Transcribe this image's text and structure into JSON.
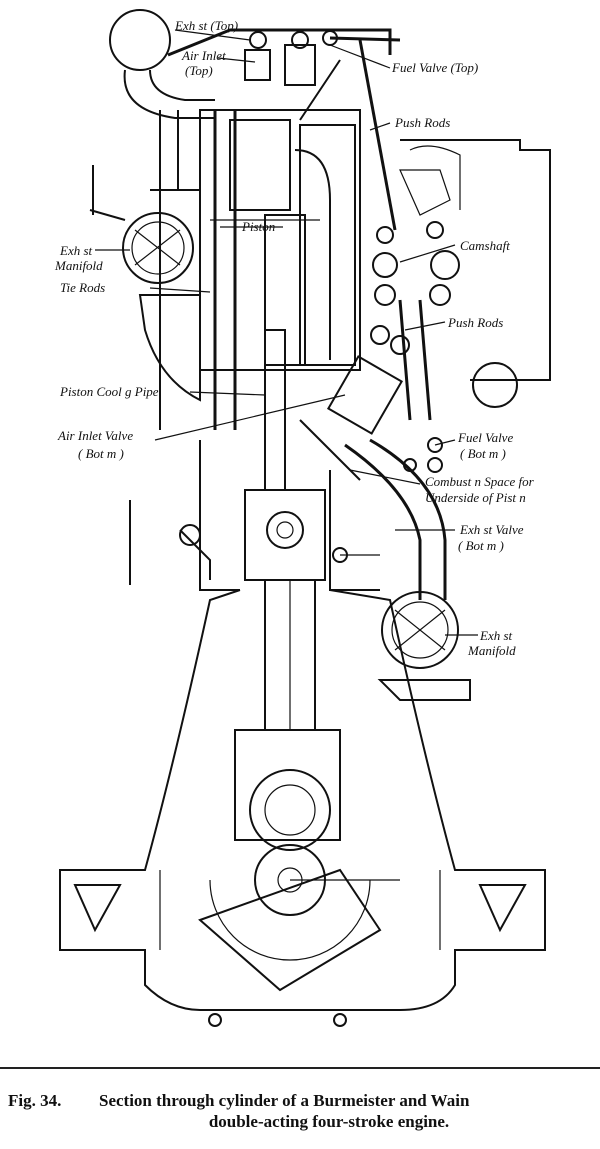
{
  "labels": {
    "exhaust_top": "Exh st (Top)",
    "air_inlet_top_1": "Air Inlet",
    "air_inlet_top_2": "(Top)",
    "fuel_valve_top": "Fuel Valve (Top)",
    "push_rods_top": "Push Rods",
    "piston": "Piston",
    "camshaft": "Camshaft",
    "exhaust_manifold_left_1": "Exh st",
    "exhaust_manifold_left_2": "Manifold",
    "tie_rods": "Tie Rods",
    "push_rods_mid": "Push Rods",
    "piston_cooling_pipe": "Piston Cool g Pipe",
    "air_inlet_valve_1": "Air Inlet Valve",
    "air_inlet_valve_2": "( Bot m )",
    "fuel_valve_bot_1": "Fuel Valve",
    "fuel_valve_bot_2": "( Bot m )",
    "combustion_space_1": "Combust n Space for",
    "combustion_space_2": "Underside of Pist n",
    "exhaust_valve_bot_1": "Exh st Valve",
    "exhaust_valve_bot_2": "( Bot m )",
    "exhaust_manifold_right_1": "Exh st",
    "exhaust_manifold_right_2": "Manifold"
  },
  "caption": {
    "fig_number": "Fig. 34.",
    "line1": "Section through cylinder of a Burmeister and Wain",
    "line2": "double-acting four-stroke engine."
  }
}
